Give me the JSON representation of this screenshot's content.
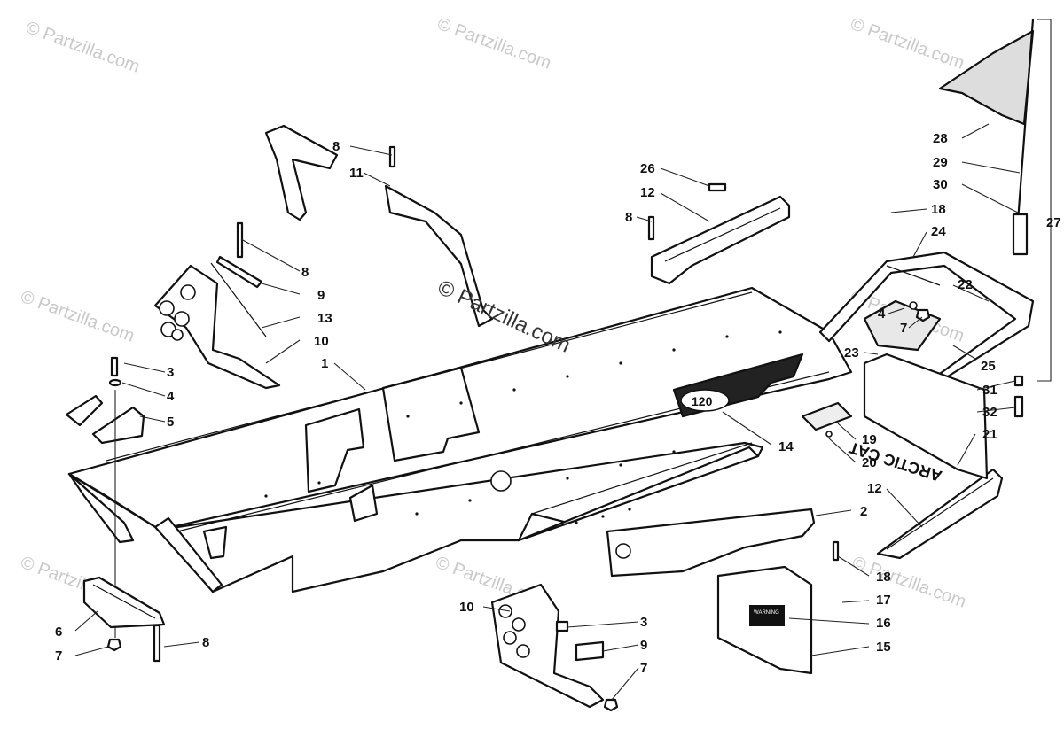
{
  "watermark": {
    "text": "© Partzilla.com",
    "center_text": "© Partzilla.com"
  },
  "decals": {
    "mud_flap_text": "ARCTIC CAT",
    "tunnel_badge": "120",
    "warning_sticker": "WARNING"
  },
  "callouts": {
    "c1": "1",
    "c2": "2",
    "c3a": "3",
    "c3b": "3",
    "c4a": "4",
    "c4b": "4",
    "c5": "5",
    "c6": "6",
    "c7a": "7",
    "c7b": "7",
    "c7c": "7",
    "c8a": "8",
    "c8b": "8",
    "c8c": "8",
    "c8d": "8",
    "c9a": "9",
    "c9b": "9",
    "c10a": "10",
    "c10b": "10",
    "c11": "11",
    "c12a": "12",
    "c12b": "12",
    "c13": "13",
    "c14": "14",
    "c15": "15",
    "c16": "16",
    "c17": "17",
    "c18a": "18",
    "c18b": "18",
    "c19": "19",
    "c20": "20",
    "c21": "21",
    "c22": "22",
    "c23": "23",
    "c24": "24",
    "c25": "25",
    "c26": "26",
    "c27": "27",
    "c28": "28",
    "c29": "29",
    "c30": "30",
    "c31": "31",
    "c32": "32"
  }
}
